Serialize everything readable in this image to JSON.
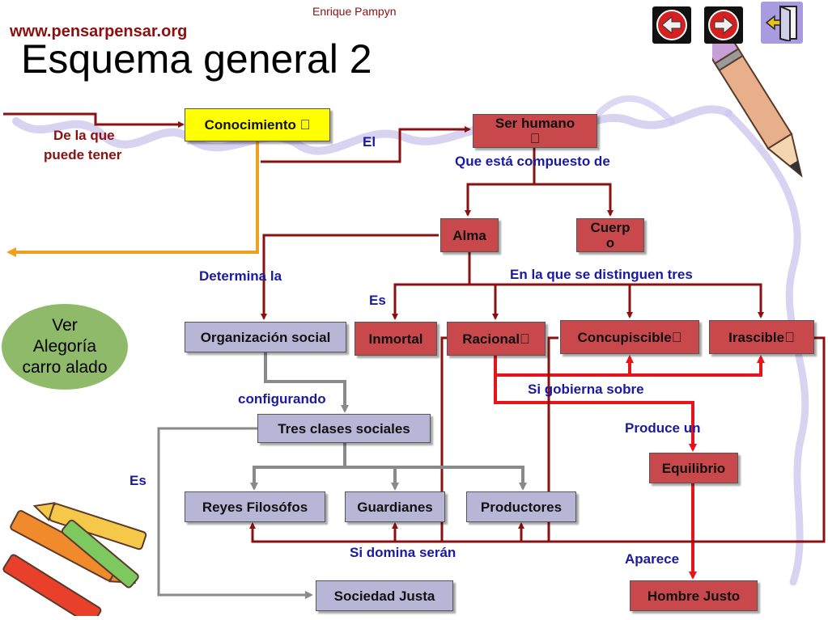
{
  "header": {
    "author": "Enrique Pampyn",
    "site": "www.pensarpensar.org",
    "title": "Esquema general 2"
  },
  "nav": {
    "back_icon": "arrow-left-icon",
    "forward_icon": "arrow-right-icon",
    "exit_icon": "exit-door-icon"
  },
  "oval": {
    "line1": "Ver",
    "line2": "Alegoría",
    "line3": "carro alado"
  },
  "nodes": {
    "conocimiento": "Conocimiento ",
    "ser_humano_line1": "Ser humano",
    "ser_humano_line2": "",
    "alma": "Alma",
    "cuerpo_line1": "Cuerp",
    "cuerpo_line2": "o",
    "organizacion": "Organización social",
    "inmortal": "Inmortal",
    "racional": "Racional",
    "concupiscible": "Concupiscible",
    "irascible": "Irascible",
    "tres_clases": "Tres clases sociales",
    "equilibrio": "Equilibrio",
    "reyes": "Reyes Filosófos",
    "guardianes": "Guardianes",
    "productores": "Productores",
    "sociedad_justa": "Sociedad Justa",
    "hombre_justo": "Hombre Justo"
  },
  "labels": {
    "de_la_que_line1": "De la que",
    "de_la_que_line2": "puede tener",
    "el": "El",
    "compuesto": "Que está compuesto de",
    "determina": "Determina la",
    "distinguen": "En la que se distinguen tres",
    "es_alma": "Es",
    "si_gobierna": "Si gobierna sobre",
    "configurando": "configurando",
    "produce": "Produce un",
    "es_clases": "Es",
    "si_domina": "Si domina serán",
    "aparece": "Aparece"
  },
  "colors": {
    "dark_red": "#8b1010",
    "bright_red": "#e8141b",
    "orange": "#f0a020",
    "gray": "#8a8a8a",
    "box_red": "#c9484b",
    "box_lavender": "#b8b6d6",
    "box_yellow": "#ffff00",
    "label_blue": "#1a1aa0",
    "oval_green": "#8fba6a"
  }
}
